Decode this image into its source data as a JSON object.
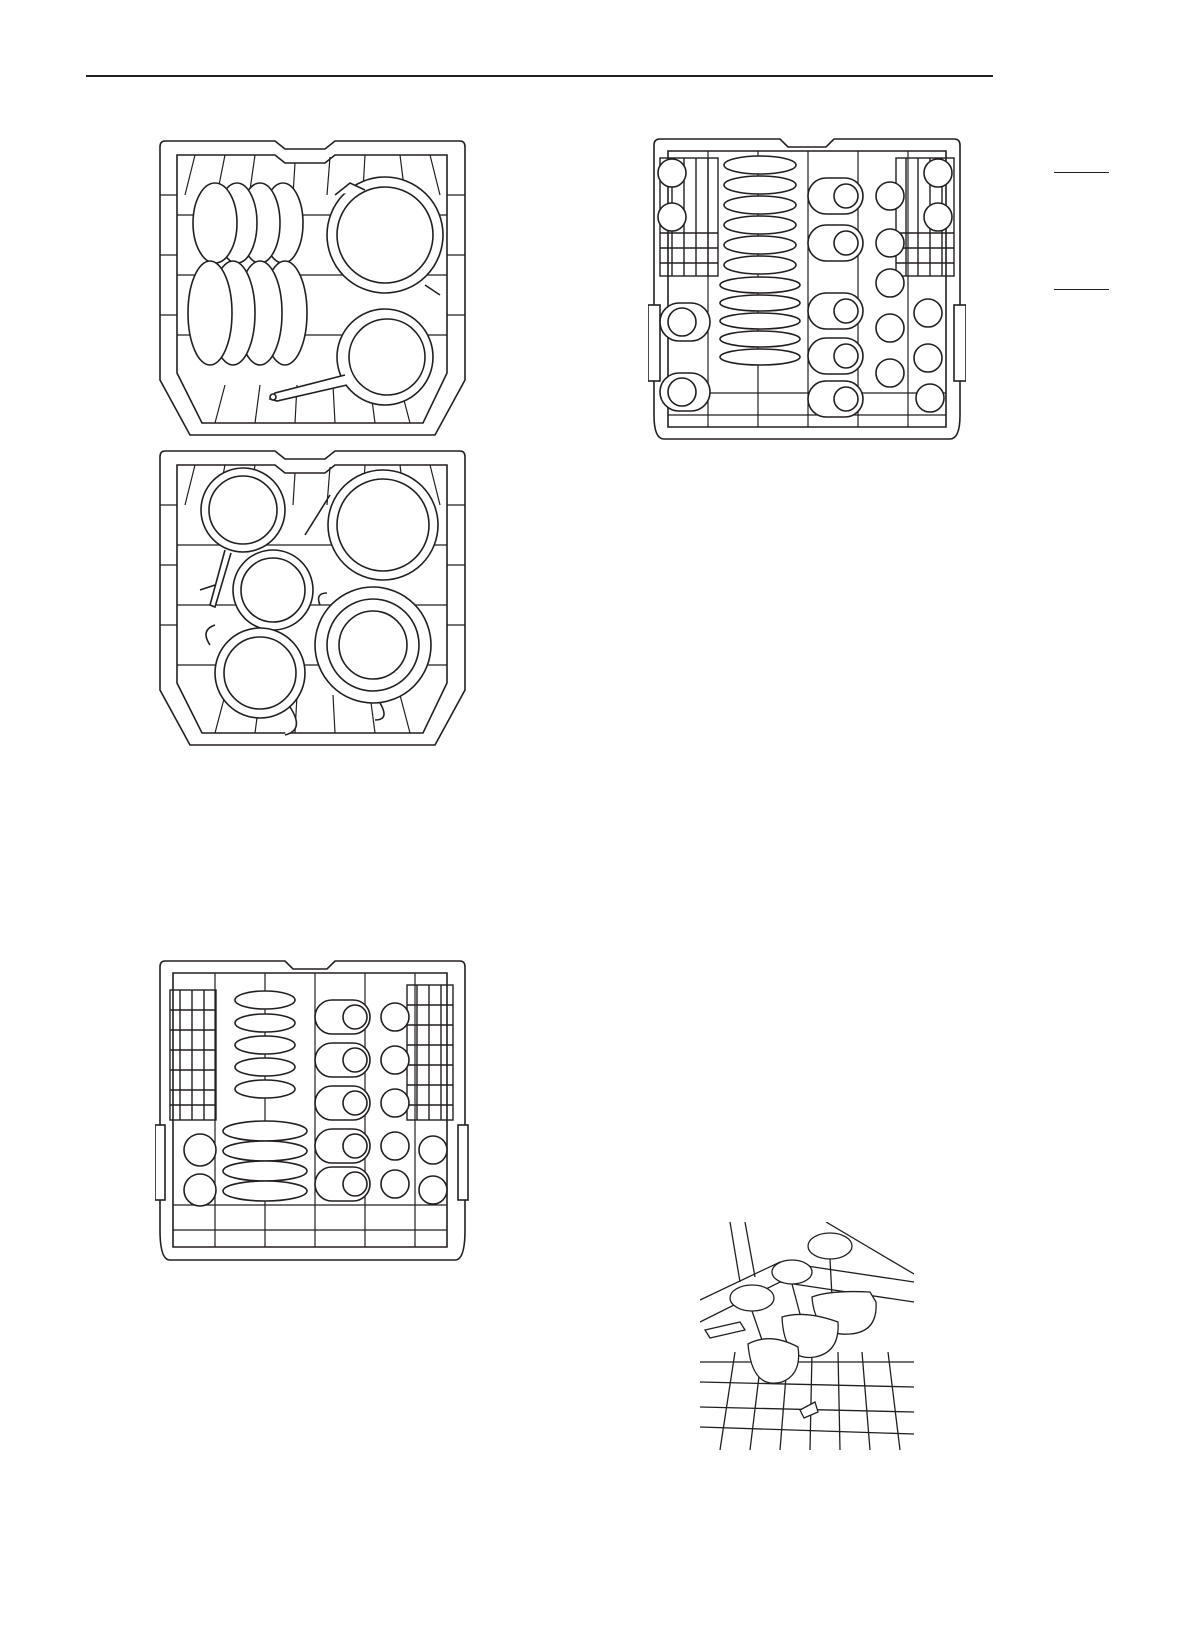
{
  "page": {
    "header_rule": true,
    "side_tab_marks": 2
  },
  "figures": [
    {
      "id": "lower-rack-bowls-and-pans",
      "contents": [
        "bowl",
        "bowl",
        "bowl",
        "bowl",
        "bowl",
        "bowl",
        "pot",
        "saucepan"
      ]
    },
    {
      "id": "lower-rack-pots-and-pans",
      "contents": [
        "saucepan",
        "saucepan",
        "skillet",
        "pot",
        "pot"
      ]
    },
    {
      "id": "lower-rack-plates-and-cups",
      "contents": [
        "plate",
        "bowl",
        "cup",
        "glass"
      ]
    },
    {
      "id": "upper-rack-plates-and-cups",
      "contents": [
        "cup",
        "plate",
        "glass"
      ]
    },
    {
      "id": "wine-glass-holder-rack",
      "contents": [
        "wine-glass",
        "wine-glass",
        "wine-glass",
        "wine-glass",
        "wine-glass",
        "wine-glass"
      ]
    }
  ],
  "colors": {
    "line": "#231f20",
    "fill": "#ffffff"
  }
}
